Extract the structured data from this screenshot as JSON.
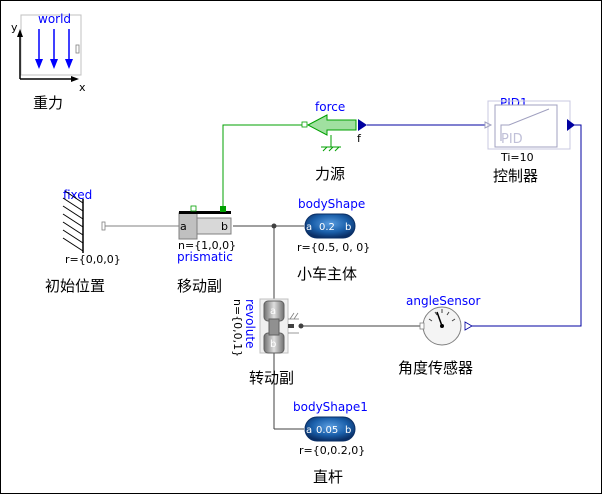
{
  "diagram": {
    "components": {
      "world": {
        "name": "world",
        "label": "重力",
        "axis_x": "x",
        "axis_y": "y"
      },
      "fixed": {
        "name": "fixed",
        "param": "r={0,0,0}",
        "label": "初始位置"
      },
      "prismatic": {
        "name": "prismatic",
        "param": "n={1,0,0}",
        "label": "移动副",
        "port_a": "a",
        "port_b": "b"
      },
      "force": {
        "name": "force",
        "label": "力源",
        "port_f": "f"
      },
      "PID1": {
        "name": "PID1",
        "param": "Ti=10",
        "label": "控制器",
        "inner": "PID"
      },
      "bodyShape": {
        "name": "bodyShape",
        "param": "r={0.5, 0, 0}",
        "label": "小车主体",
        "inner": "0.2"
      },
      "revolute": {
        "name": "revolute",
        "param": "n={0,0,1}",
        "label": "转动副",
        "port_a": "a",
        "port_b": "b"
      },
      "angleSensor": {
        "name": "angleSensor",
        "label": "角度传感器"
      },
      "bodyShape1": {
        "name": "bodyShape1",
        "param": "r={0,0.2,0}",
        "label": "直杆",
        "inner": "0.05"
      }
    },
    "colors": {
      "mechanical_line": "#808080",
      "signal_line": "#0000a0",
      "force_line": "#00a000",
      "name_text": "#0000ff",
      "body_fill": "#1a5faa"
    }
  }
}
